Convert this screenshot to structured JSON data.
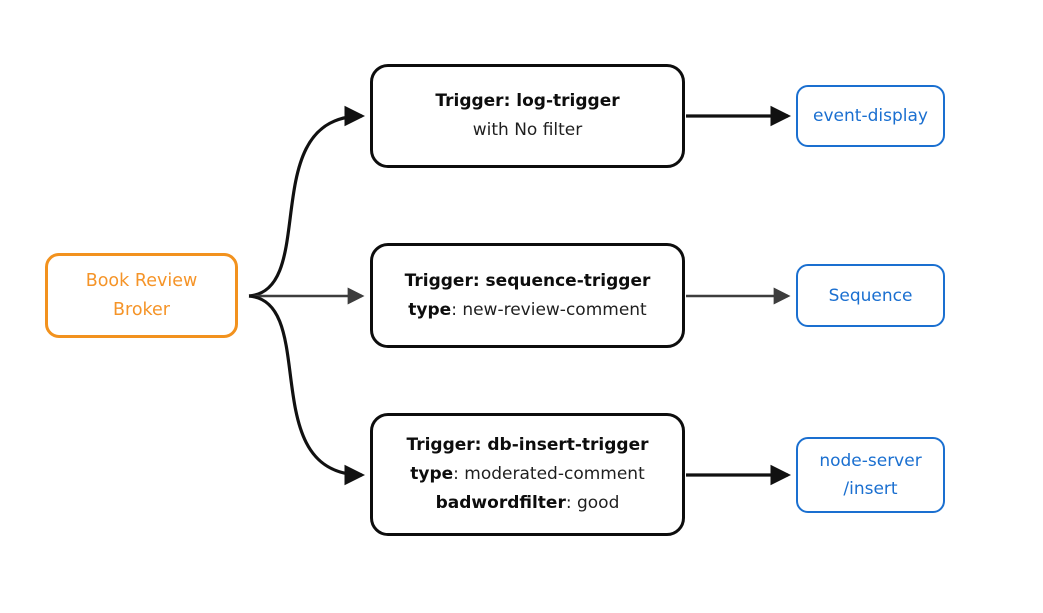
{
  "colors": {
    "background": "#ffffff",
    "broker_orange": "#f2921e",
    "output_blue": "#1a6fd0",
    "trigger_black": "#0d0d0d",
    "edge_black": "#111111",
    "edge_gray": "#3d3d3d"
  },
  "broker": {
    "lines": [
      "Book Review",
      "Broker"
    ]
  },
  "rows": [
    {
      "trigger": {
        "title": "Trigger: log-trigger",
        "subtitle": "with No filter"
      },
      "edge_in_color": "#111111",
      "edge_out_color": "#111111",
      "output": {
        "lines": [
          "event-display"
        ]
      }
    },
    {
      "trigger": {
        "title": "Trigger: sequence-trigger",
        "attr1_key": "type",
        "attr1_value": ": new-review-comment"
      },
      "edge_in_color": "#3d3d3d",
      "edge_out_color": "#3d3d3d",
      "output": {
        "lines": [
          "Sequence"
        ]
      }
    },
    {
      "trigger": {
        "title": "Trigger: db-insert-trigger",
        "attr1_key": "type",
        "attr1_value": ": moderated-comment",
        "attr2_key": "badwordfilter",
        "attr2_value": ": good"
      },
      "edge_in_color": "#111111",
      "edge_out_color": "#111111",
      "output": {
        "lines": [
          "node-server",
          "/insert"
        ]
      }
    }
  ],
  "edges": [
    {
      "from": "book-review-broker",
      "to": "log-trigger",
      "color": "#111111"
    },
    {
      "from": "book-review-broker",
      "to": "sequence-trigger",
      "color": "#3d3d3d"
    },
    {
      "from": "book-review-broker",
      "to": "db-insert-trigger",
      "color": "#111111"
    },
    {
      "from": "log-trigger",
      "to": "event-display",
      "color": "#111111"
    },
    {
      "from": "sequence-trigger",
      "to": "sequence",
      "color": "#3d3d3d"
    },
    {
      "from": "db-insert-trigger",
      "to": "node-server-insert",
      "color": "#111111"
    }
  ]
}
